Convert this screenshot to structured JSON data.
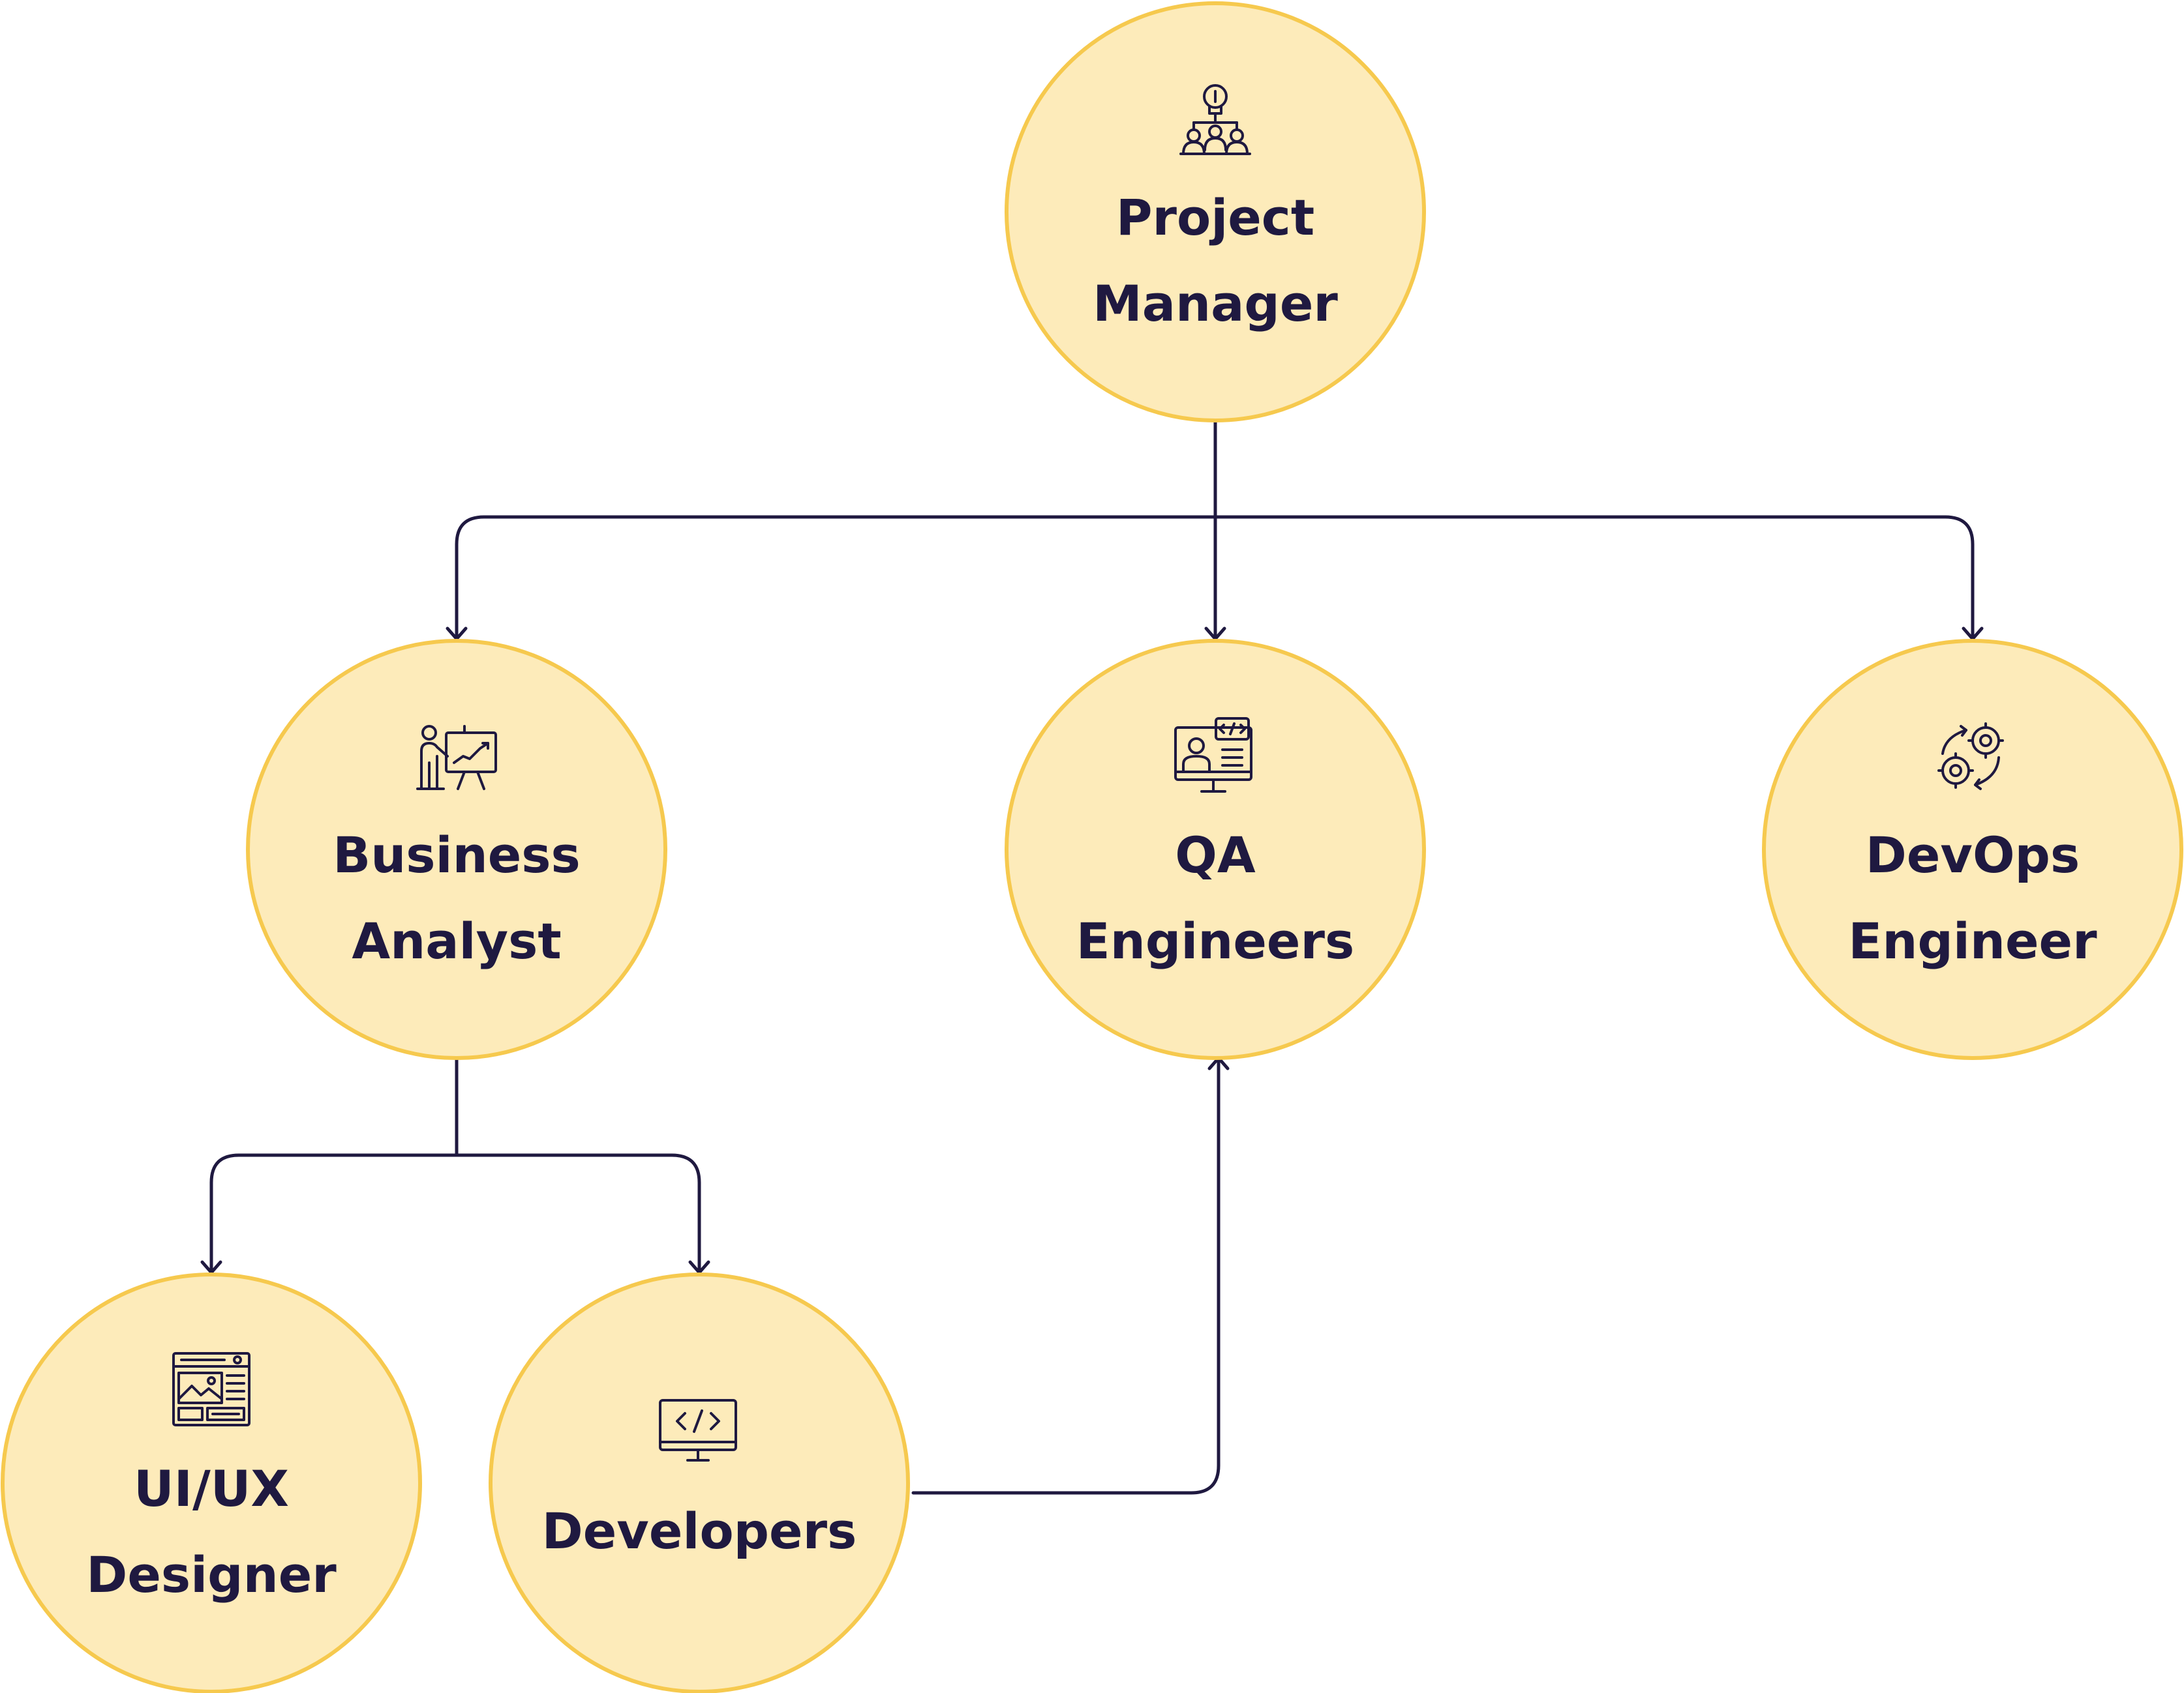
{
  "diagram": {
    "nodes": {
      "project_manager": {
        "line1": "Project",
        "line2": "Manager",
        "icon": "idea-team-icon"
      },
      "business_analyst": {
        "line1": "Business",
        "line2": "Analyst",
        "icon": "presentation-chart-icon"
      },
      "qa_engineers": {
        "line1": "QA",
        "line2": "Engineers",
        "icon": "monitor-code-person-icon"
      },
      "devops_engineer": {
        "line1": "DevOps",
        "line2": "Engineer",
        "icon": "gears-cycle-icon"
      },
      "uiux_designer": {
        "line1": "UI/UX",
        "line2": "Designer",
        "icon": "web-layout-icon"
      },
      "developers": {
        "line1": "Developers",
        "icon": "monitor-code-icon"
      }
    },
    "colors": {
      "node_fill": "#FDEBBA",
      "node_stroke": "#F6C94E",
      "ink": "#1F1940"
    }
  }
}
